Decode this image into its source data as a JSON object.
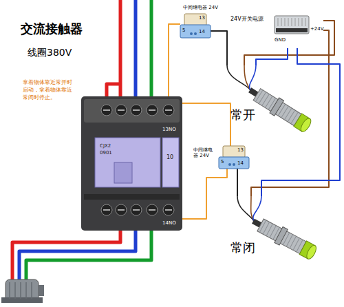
{
  "diagram": {
    "title": "交流接触器",
    "nodes": [
      {
        "text": [
          "CJX2",
          "0901",
          "10",
          "13NO",
          "14NO"
        ]
      },
      {
        "text": [
          "中间继电器 24V",
          "13",
          "5",
          "14"
        ]
      },
      {
        "text": [
          "24V开关电源",
          "GND",
          "+24V"
        ]
      },
      {
        "text": [
          "中间继电器 24V",
          "13",
          "5",
          "14"
        ]
      },
      {
        "text": [
          "常开"
        ]
      },
      {
        "text": [
          "常闭"
        ]
      }
    ],
    "edges": [
      {
        "from": 0,
        "to": 1,
        "arrow": "none"
      },
      {
        "from": 0,
        "to": 3,
        "arrow": "none"
      },
      {
        "from": 0,
        "to": 3,
        "arrow": "none"
      },
      {
        "from": 4,
        "to": 1,
        "arrow": "none"
      },
      {
        "from": 4,
        "to": 2,
        "arrow": "none"
      },
      {
        "from": 4,
        "to": 2,
        "arrow": "none"
      },
      {
        "from": 5,
        "to": 3,
        "arrow": "none"
      },
      {
        "from": 5,
        "to": 2,
        "arrow": "none"
      },
      {
        "from": 5,
        "to": 2,
        "arrow": "none"
      }
    ],
    "labels": [
      "线圈380V",
      "拿着物体靠近常开时启动，拿着物体靠近常闭时停止。"
    ]
  }
}
